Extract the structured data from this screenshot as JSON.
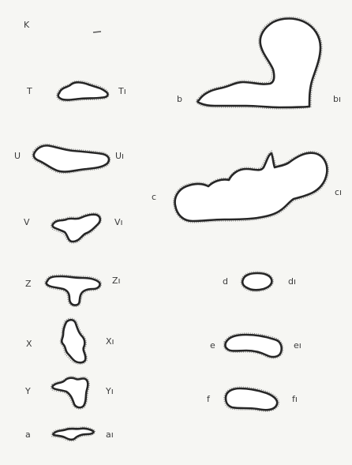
{
  "figure": {
    "corner_label": "K",
    "shapes": [
      {
        "id": "T",
        "left_label": "T",
        "right_label": "Tı"
      },
      {
        "id": "U",
        "left_label": "U",
        "right_label": "Uı"
      },
      {
        "id": "V",
        "left_label": "V",
        "right_label": "Vı"
      },
      {
        "id": "Z",
        "left_label": "Z",
        "right_label": "Zı"
      },
      {
        "id": "X",
        "left_label": "X",
        "right_label": "Xı"
      },
      {
        "id": "Y",
        "left_label": "Y",
        "right_label": "Yı"
      },
      {
        "id": "a",
        "left_label": "a",
        "right_label": "aı"
      },
      {
        "id": "b",
        "left_label": "b",
        "right_label": "bı"
      },
      {
        "id": "c",
        "left_label": "c",
        "right_label": "cı"
      },
      {
        "id": "d",
        "left_label": "d",
        "right_label": "dı"
      },
      {
        "id": "e",
        "left_label": "e",
        "right_label": "eı"
      },
      {
        "id": "f",
        "left_label": "f",
        "right_label": "fı"
      }
    ]
  },
  "colors": {
    "background": "#f6f6f3",
    "outline": "#262626",
    "fill": "#ffffff",
    "text": "#3a3a3a"
  }
}
